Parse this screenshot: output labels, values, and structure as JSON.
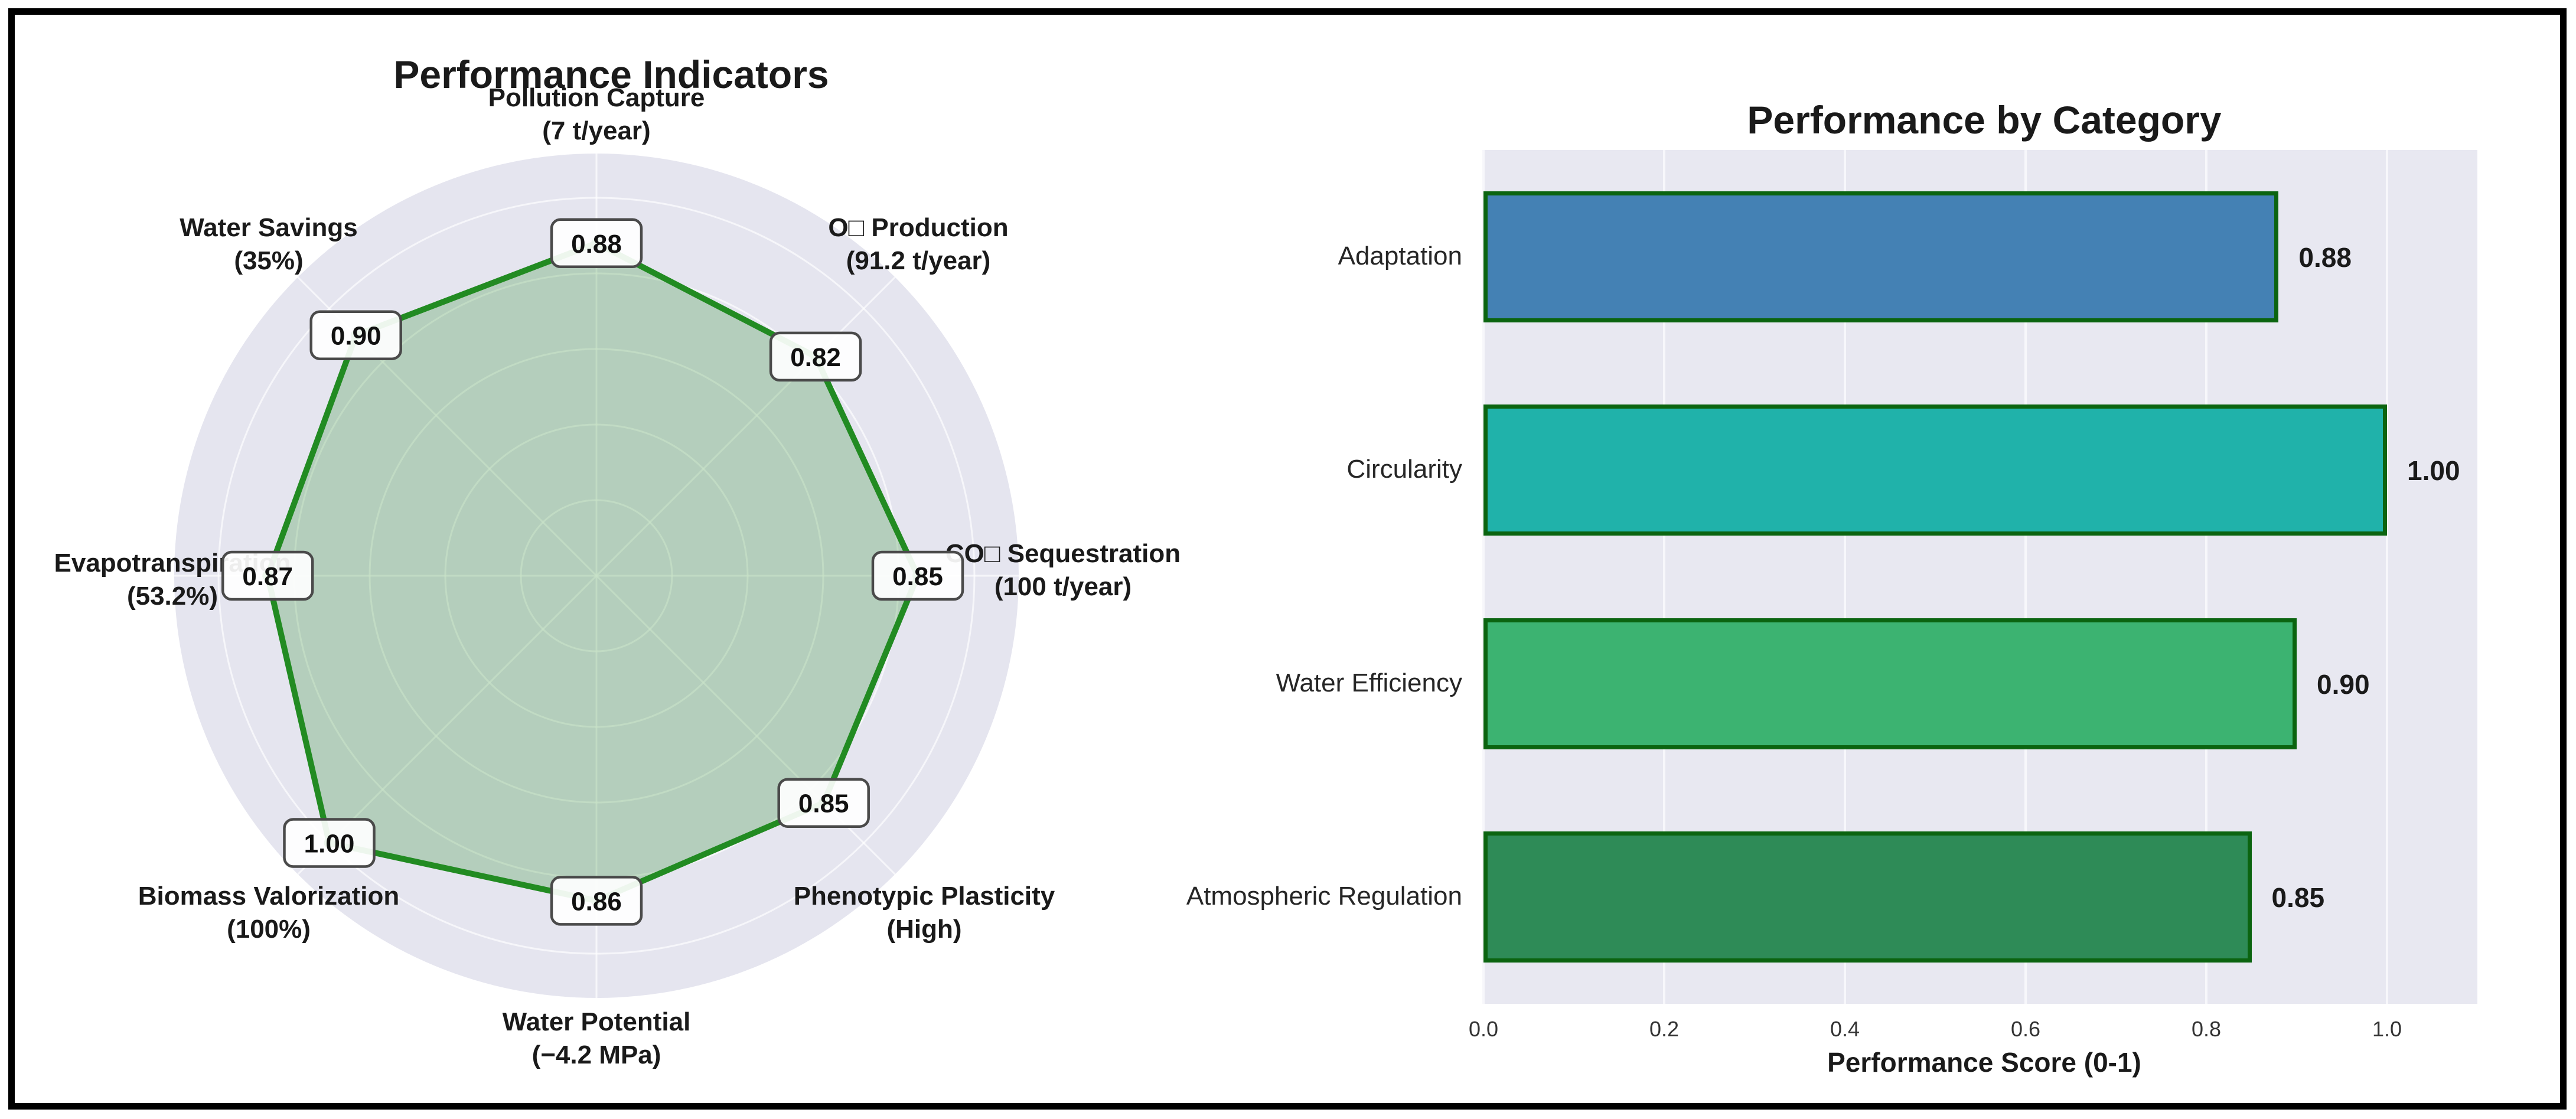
{
  "figure": {
    "background": "#ffffff",
    "border_color": "#000000"
  },
  "chart_data": [
    {
      "type": "radar",
      "title": "Performance Indicators",
      "categories": [
        "Pollution Capture",
        "O□ Production",
        "CO□ Sequestration",
        "Phenotypic Plasticity",
        "Water Potential",
        "Biomass Valorization",
        "Evapotranspiration",
        "Water Savings"
      ],
      "sublabels": [
        "(7 t/year)",
        "(91.2 t/year)",
        "(100 t/year)",
        "(High)",
        "(−4.2 MPa)",
        "(100%)",
        "(53.2%)",
        "(35%)"
      ],
      "values": [
        0.88,
        0.82,
        0.85,
        0.85,
        0.86,
        1.0,
        0.87,
        0.9
      ],
      "value_labels": [
        "0.88",
        "0.82",
        "0.85",
        "0.85",
        "0.86",
        "1.00",
        "0.87",
        "0.90"
      ],
      "rings": [
        0.2,
        0.4,
        0.6,
        0.8,
        1.0
      ],
      "rmax": 1.12,
      "start_angle_deg": 90,
      "direction": "clockwise",
      "line_color": "#228B22",
      "fill_color": "#228B22",
      "fill_opacity": 0.25,
      "axes_bg": "#E5E5EF",
      "grid_color": "#ffffff",
      "label_color": "#1a1a1a",
      "badge": {
        "bg": "#ffffff",
        "border": "#4a4a4a",
        "text_color": "#111111"
      }
    },
    {
      "type": "bar",
      "orientation": "horizontal",
      "title": "Performance by Category",
      "categories": [
        "Adaptation",
        "Circularity",
        "Water Efficiency",
        "Atmospheric Regulation"
      ],
      "values": [
        0.88,
        1.0,
        0.9,
        0.85
      ],
      "value_labels": [
        "0.88",
        "1.00",
        "0.90",
        "0.85"
      ],
      "bar_colors": [
        "#4481B4",
        "#20B2AA",
        "#3CB371",
        "#2E8B57"
      ],
      "bar_edge_color": "#0B6410",
      "xlabel": "Performance Score (0-1)",
      "xticks": [
        "0.0",
        "0.2",
        "0.4",
        "0.6",
        "0.8",
        "1.0"
      ],
      "xtick_values": [
        0.0,
        0.2,
        0.4,
        0.6,
        0.8,
        1.0
      ],
      "xlim": [
        0,
        1.1
      ],
      "plot_bg": "#E8E8F1",
      "grid_color": "#F7F7FB",
      "label_color": "#262626",
      "grid": true,
      "legend": false
    }
  ]
}
